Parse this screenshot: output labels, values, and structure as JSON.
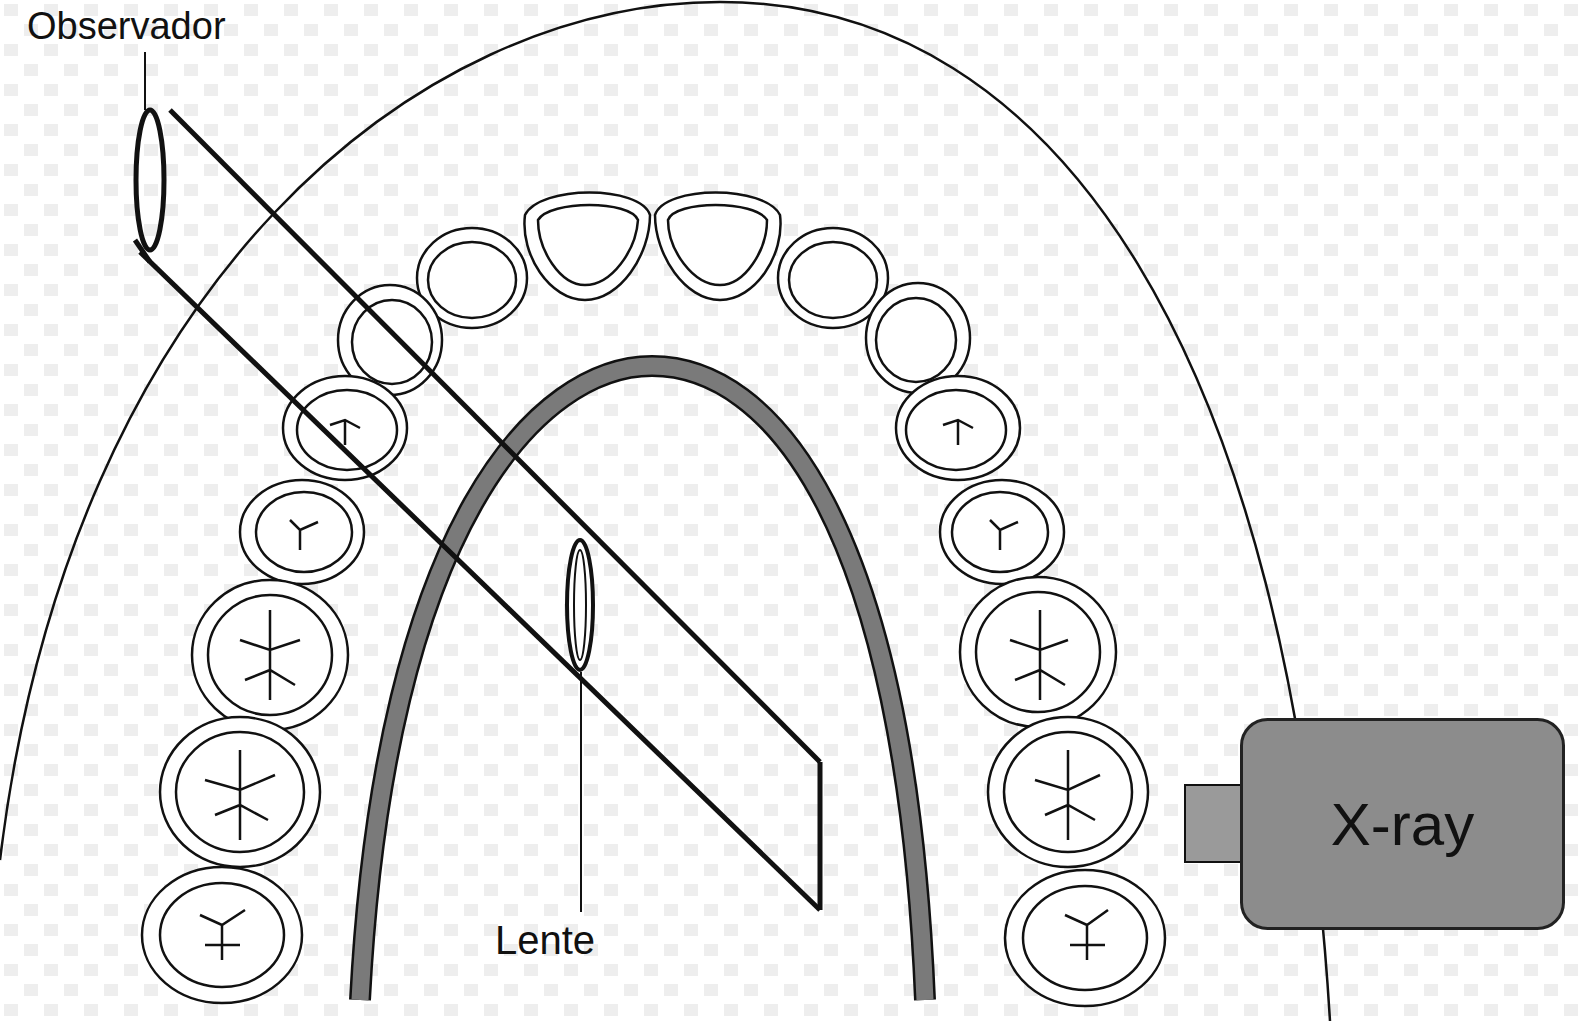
{
  "diagram": {
    "nodes": [
      {
        "text": [
          "X-ray"
        ]
      }
    ],
    "labels": [
      "Observador",
      "Lente"
    ]
  }
}
